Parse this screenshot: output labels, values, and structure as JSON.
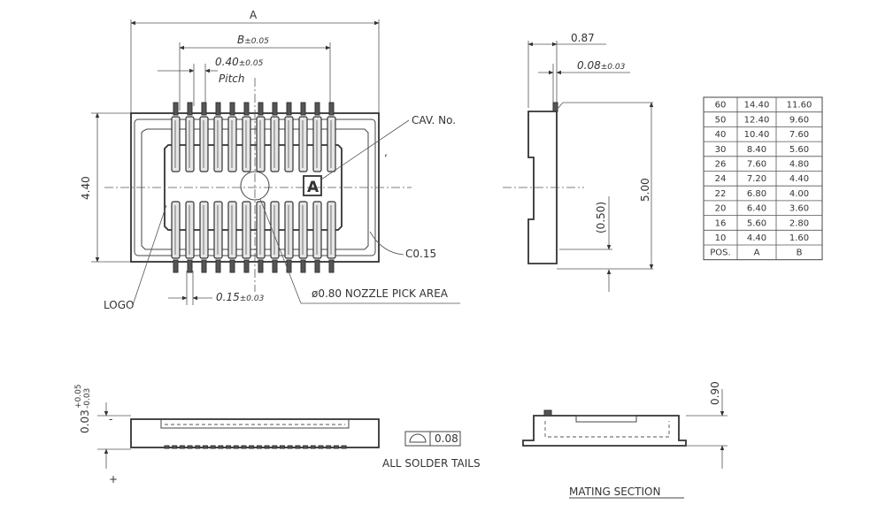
{
  "top_view": {
    "dim_a": "A",
    "dim_b": "B",
    "dim_b_tol": "±0.05",
    "pitch_value": "0.40",
    "pitch_tol": "±0.05",
    "pitch_label": "Pitch",
    "height_dim": "4.40",
    "cav_label": "CAV. No.",
    "cav_letter": "A",
    "chamfer_label": "C0.15",
    "logo_label": "LOGO",
    "tail_width": "0.15",
    "tail_width_tol": "±0.03",
    "nozzle_label": "ø0.80 NOZZLE PICK AREA"
  },
  "side_view": {
    "dim_total": "0.87",
    "dim_offset": "0.08",
    "dim_offset_tol": "±0.03",
    "height": "5.00",
    "inner": "(0.50)"
  },
  "front_view": {
    "coplanarity_value": "0.03",
    "coplanarity_tol_plus": "+0.05",
    "coplanarity_tol_minus": "-0.03",
    "flatness_value": "0.08",
    "solder_label": "ALL SOLDER TAILS"
  },
  "mating_view": {
    "height": "0.90",
    "title": "MATING SECTION"
  },
  "dimension_table": {
    "headers": [
      "POS.",
      "A",
      "B"
    ],
    "rows": [
      [
        "60",
        "14.40",
        "11.60"
      ],
      [
        "50",
        "12.40",
        "9.60"
      ],
      [
        "40",
        "10.40",
        "7.60"
      ],
      [
        "30",
        "8.40",
        "5.60"
      ],
      [
        "26",
        "7.60",
        "4.80"
      ],
      [
        "24",
        "7.20",
        "4.40"
      ],
      [
        "22",
        "6.80",
        "4.00"
      ],
      [
        "20",
        "6.40",
        "3.60"
      ],
      [
        "16",
        "5.60",
        "2.80"
      ],
      [
        "10",
        "4.40",
        "1.60"
      ]
    ]
  }
}
